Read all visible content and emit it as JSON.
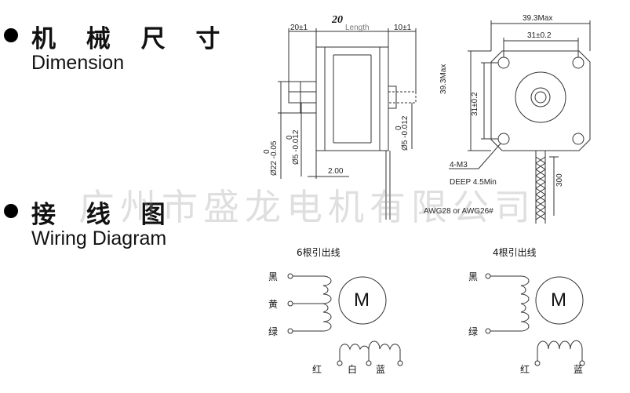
{
  "headings": {
    "dimension_cn": "机 械 尺 寸",
    "dimension_en": "Dimension",
    "wiring_cn": "接 线 图",
    "wiring_en": "Wiring Diagram"
  },
  "watermark": "广州市盛龙电机有限公司",
  "overlay_number": "20",
  "dimensions": {
    "d20": "20±1",
    "d10": "10±1",
    "length": "Length",
    "w393": "39.3Max",
    "w31": "31±0.2",
    "h393": "39.3Max",
    "h31": "31±0.2",
    "d22": "Ø22 -0.05",
    "d22_tol": "0",
    "d5a": "Ø5 -0.012",
    "d5a_tol": "0",
    "d5b": "Ø5 -0.012",
    "d5b_tol": "0",
    "d200": "2.00",
    "m3": "4-M3",
    "deep": "DEEP 4.5Min",
    "awg": "AWG28 or AWG26#",
    "lead_len": "300"
  },
  "wiring": {
    "six_wire": {
      "title": "6根引出线",
      "left_labels": [
        "黑",
        "黄",
        "绿"
      ],
      "bottom_labels": [
        "红",
        "白",
        "蓝"
      ],
      "motor": "M"
    },
    "four_wire": {
      "title": "4根引出线",
      "left_labels": [
        "黑",
        "绿"
      ],
      "bottom_labels": [
        "红",
        "蓝"
      ],
      "motor": "M"
    }
  }
}
